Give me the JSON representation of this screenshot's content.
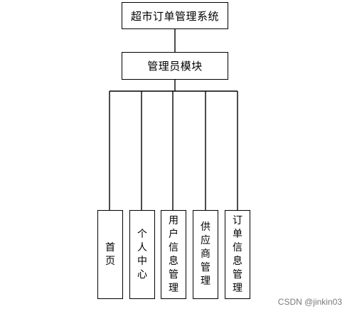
{
  "diagram": {
    "root": {
      "label": "超市订单管理系统"
    },
    "module": {
      "label": "管理员模块"
    },
    "children": [
      {
        "id": "home",
        "label": "首页"
      },
      {
        "id": "personal",
        "label": "个人中心"
      },
      {
        "id": "user",
        "label": "用户信息管理"
      },
      {
        "id": "supplier",
        "label": "供应商管理"
      },
      {
        "id": "order",
        "label": "订单信息管理"
      }
    ]
  },
  "watermark": {
    "text": "CSDN @jinkin03"
  }
}
